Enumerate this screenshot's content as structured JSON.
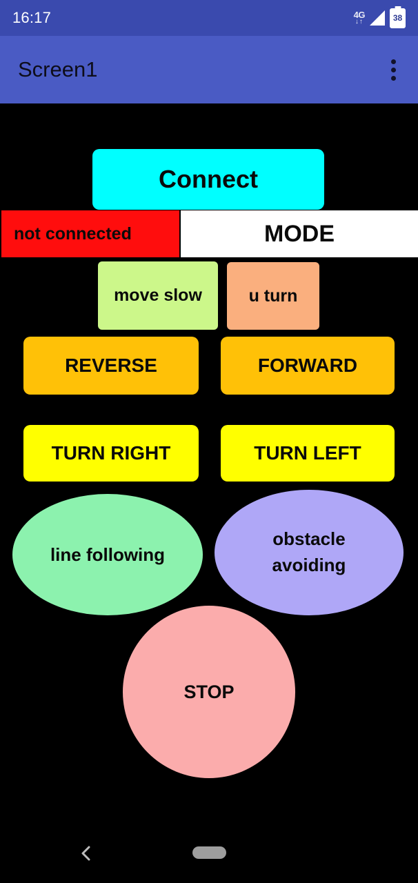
{
  "status_bar": {
    "clock": "16:17",
    "network_generation": "4G",
    "network_arrows": "↓↑",
    "signal_icon": "signal-bars-icon",
    "battery_level": "38"
  },
  "title_bar": {
    "title": "Screen1",
    "overflow_icon": "overflow-menu-icon"
  },
  "app": {
    "background_color": "#000000",
    "connect": {
      "label": "Connect",
      "color": "#00FFFF"
    },
    "connection_status": {
      "label": "not connected",
      "color": "#FF0D0D"
    },
    "mode": {
      "label": "MODE",
      "color": "#FFFFFF"
    },
    "controls": [
      {
        "name": "move-slow",
        "label": "move slow",
        "color": "#CCF78A"
      },
      {
        "name": "u-turn",
        "label": "u turn",
        "color": "#FAAF7E"
      },
      {
        "name": "reverse",
        "label": "REVERSE",
        "color": "#FFC107"
      },
      {
        "name": "forward",
        "label": "FORWARD",
        "color": "#FFC107"
      },
      {
        "name": "turn-right",
        "label": "TURN RIGHT",
        "color": "#FFFF00"
      },
      {
        "name": "turn-left",
        "label": "TURN LEFT",
        "color": "#FFFF00"
      },
      {
        "name": "line-following",
        "label": "line following",
        "color": "#8CF2AE"
      },
      {
        "name": "obstacle-avoiding",
        "label": "obstacle avoiding",
        "color": "#AFA7F7"
      },
      {
        "name": "stop",
        "label": "STOP",
        "color": "#FBACAC"
      }
    ],
    "obstacle_avoiding_line1": "obstacle",
    "obstacle_avoiding_line2": "avoiding"
  },
  "nav_bar": {
    "back_icon": "chevron-left-icon",
    "home_icon": "home-pill-icon"
  }
}
